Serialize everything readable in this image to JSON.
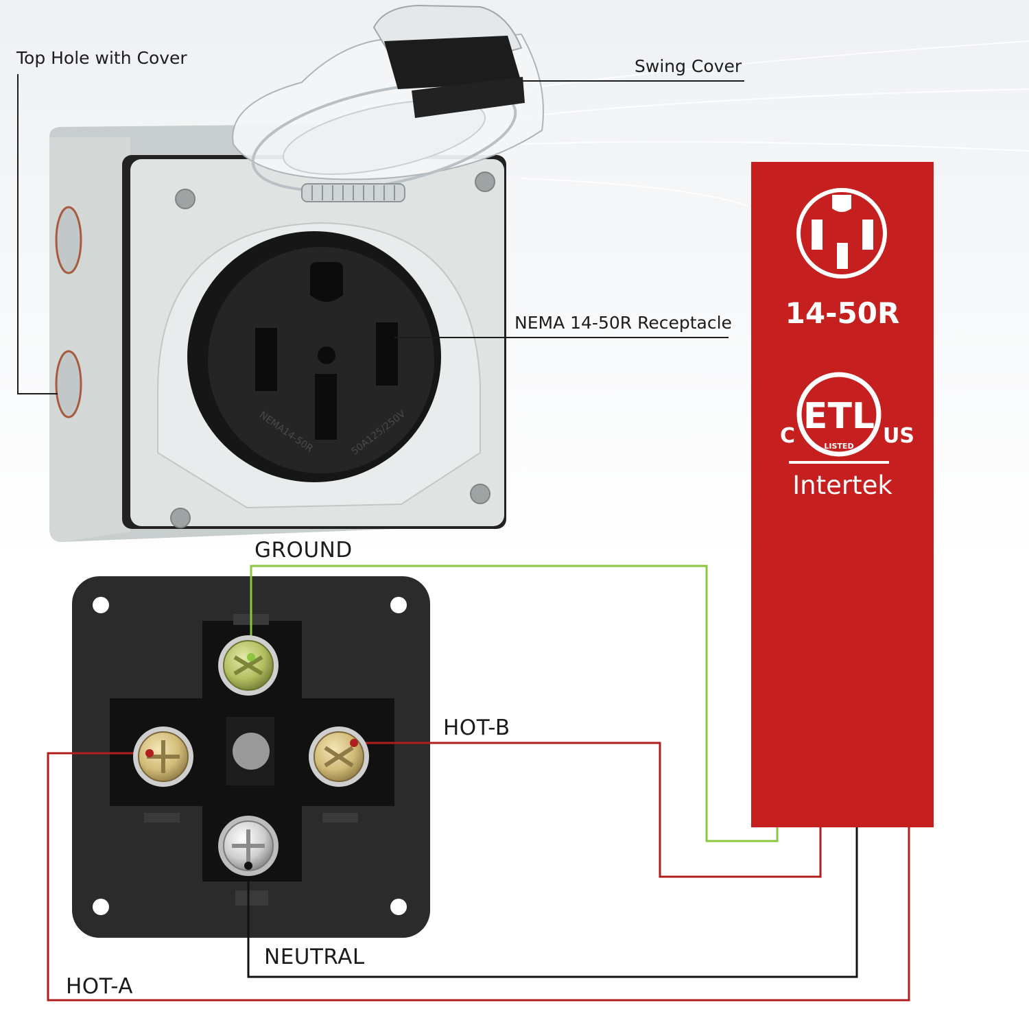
{
  "labels": {
    "top_hole": "Top Hole with Cover",
    "swing_cover": "Swing Cover",
    "receptacle": "NEMA 14-50R Receptacle",
    "ground": "GROUND",
    "hot_b": "HOT-B",
    "neutral": "NEUTRAL",
    "hot_a": "HOT-A"
  },
  "product_markings": {
    "face_left": "NEMA14-50R",
    "face_right": "50A125/250V"
  },
  "panel": {
    "rating": "14-50R",
    "cert_left": "C",
    "cert_right": "US",
    "cert_mark": "ETL",
    "cert_listed": "LISTED",
    "certifier": "Intertek"
  },
  "colors": {
    "panel": "#c5201f",
    "ground_wire": "#8cc63f",
    "hot_wire": "#b01e1e",
    "neutral_wire": "#111111",
    "leader_line": "#1c1c1c",
    "enclosure": "#d9dedd",
    "receptacle": "#1a1a1a",
    "terminal_plate": "#2b2b2b",
    "screw_brass": "#d9c48a",
    "screw_ground": "#b7c26a",
    "screw_neutral": "#d4d4d4"
  }
}
